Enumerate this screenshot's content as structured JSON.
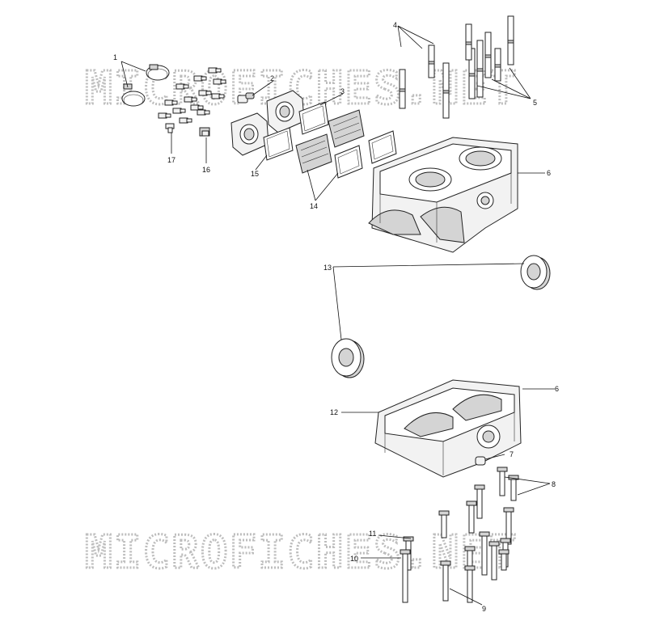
{
  "watermark": {
    "text": "MICROFICHES.NET"
  },
  "callouts": {
    "c1": "1",
    "c2": "2",
    "c3": "3",
    "c4": "4",
    "c5": "5",
    "c6a": "6",
    "c6b": "6",
    "c7": "7",
    "c8": "8",
    "c9": "9",
    "c10": "10",
    "c11": "11",
    "c12": "12",
    "c13": "13",
    "c14": "14",
    "c15": "15",
    "c16": "16",
    "c17": "17"
  }
}
